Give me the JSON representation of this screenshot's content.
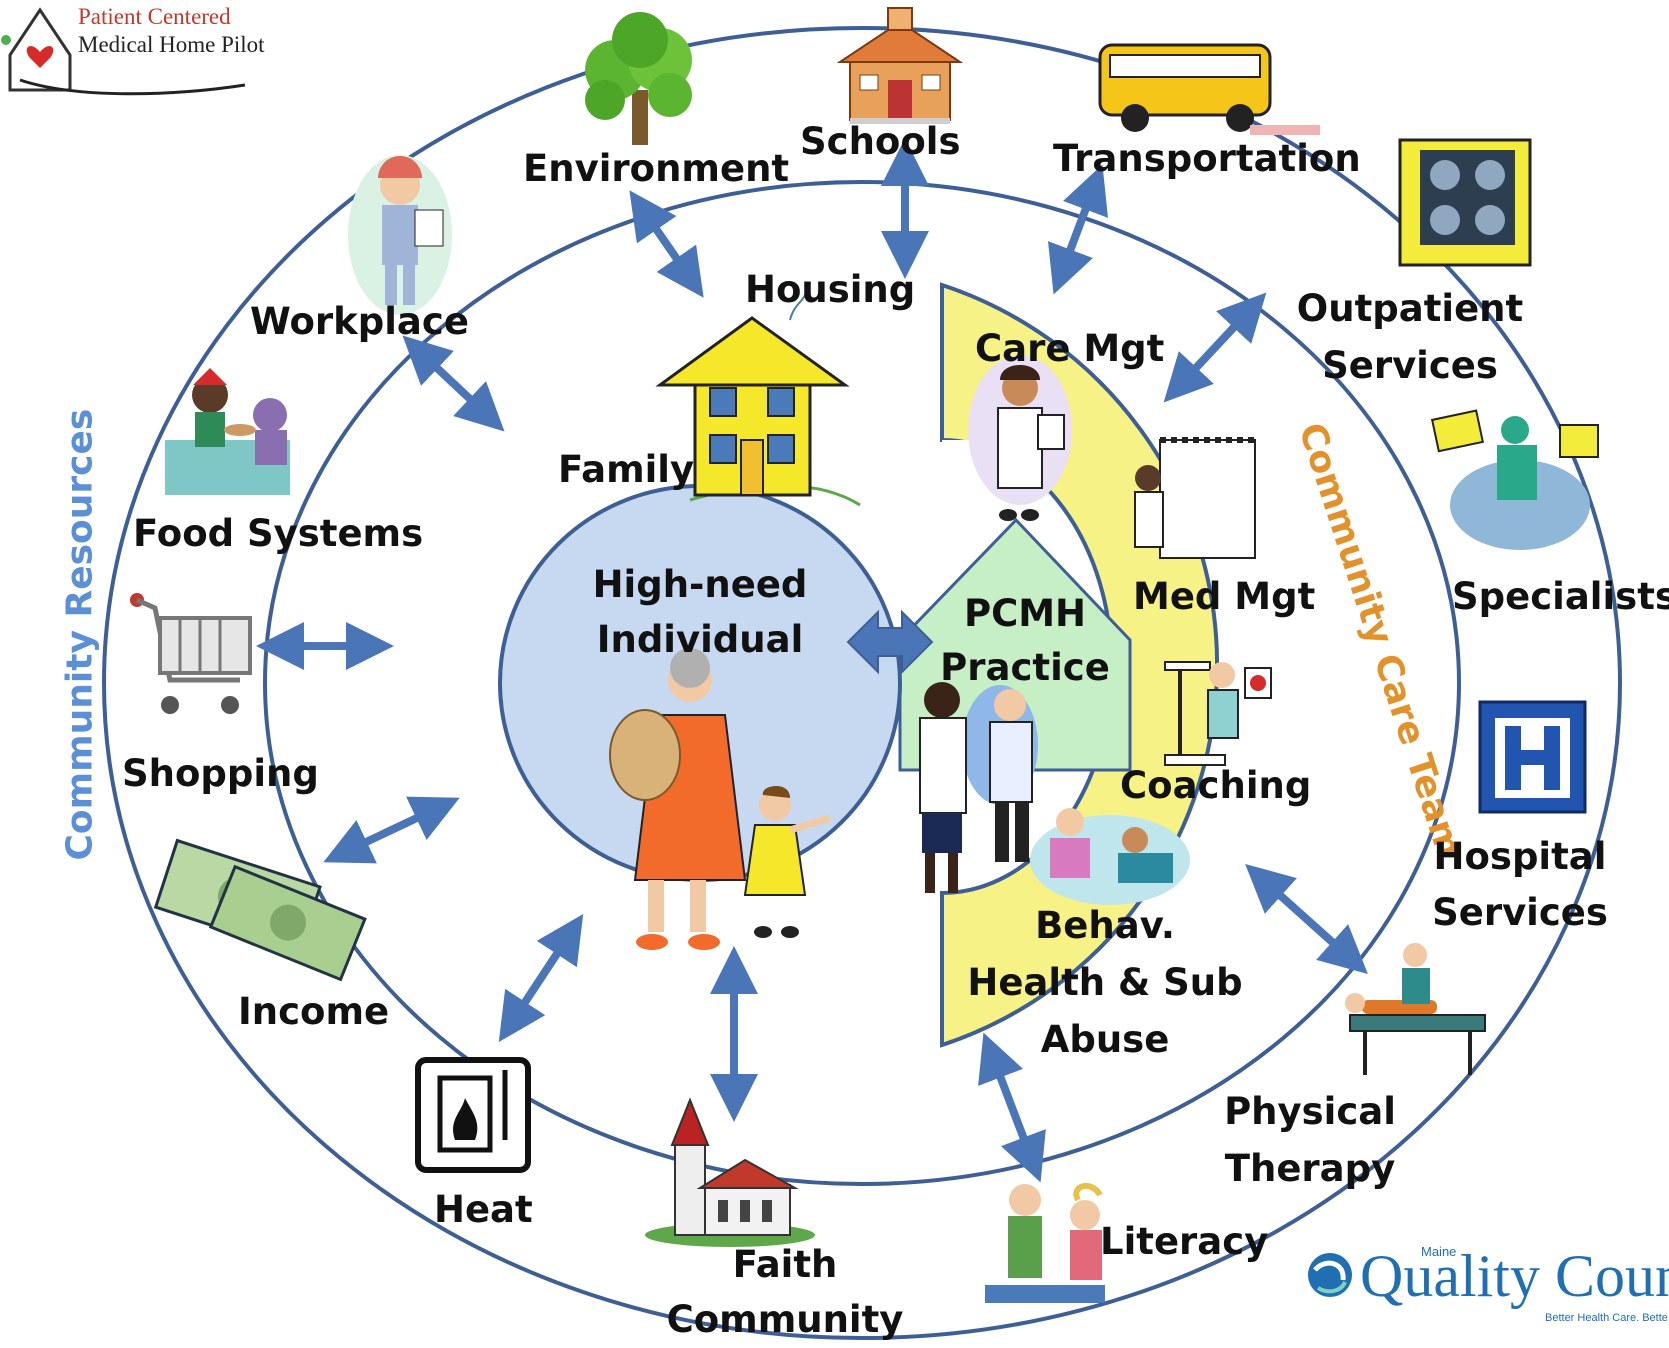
{
  "logo_top_left": {
    "line1": "Patient Centered",
    "line2": "Medical Home Pilot"
  },
  "logo_bottom_right": {
    "small": "Maine",
    "big": "Quality Coun",
    "tagline": "Better Health Care. Bette"
  },
  "side_titles": {
    "community_resources": "Community Resources",
    "community_care_team": "Community Care Team"
  },
  "center": {
    "line1": "High-need",
    "line2": "Individual"
  },
  "pcmh": {
    "line1": "PCMH",
    "line2": "Practice"
  },
  "care_team": {
    "care_mgt": "Care Mgt",
    "med_mgt": "Med Mgt",
    "coaching": "Coaching",
    "behav1": "Behav.",
    "behav2": "Health & Sub",
    "behav3": "Abuse"
  },
  "inner_ring": {
    "housing": "Housing",
    "family": "Family"
  },
  "resources": {
    "environment": "Environment",
    "schools": "Schools",
    "transportation": "Transportation",
    "workplace": "Workplace",
    "food_systems": "Food Systems",
    "shopping": "Shopping",
    "income": "Income",
    "heat": "Heat",
    "faith1": "Faith",
    "faith2": "Community",
    "literacy": "Literacy"
  },
  "outer_services": {
    "outpatient1": "Outpatient",
    "outpatient2": "Services",
    "specialists": "Specialists",
    "hospital1": "Hospital",
    "hospital2": "Services",
    "physical1": "Physical",
    "physical2": "Therapy",
    "hospital_sign": "H"
  },
  "colors": {
    "ring": "#3d5f96",
    "center_fill": "#c6d9f1",
    "care_fill": "#f7f285",
    "pcmh_fill": "#c6efc6",
    "arrow": "#4a76b8",
    "community_resources": "#5b8fd6",
    "community_care_team": "#e3922b"
  }
}
